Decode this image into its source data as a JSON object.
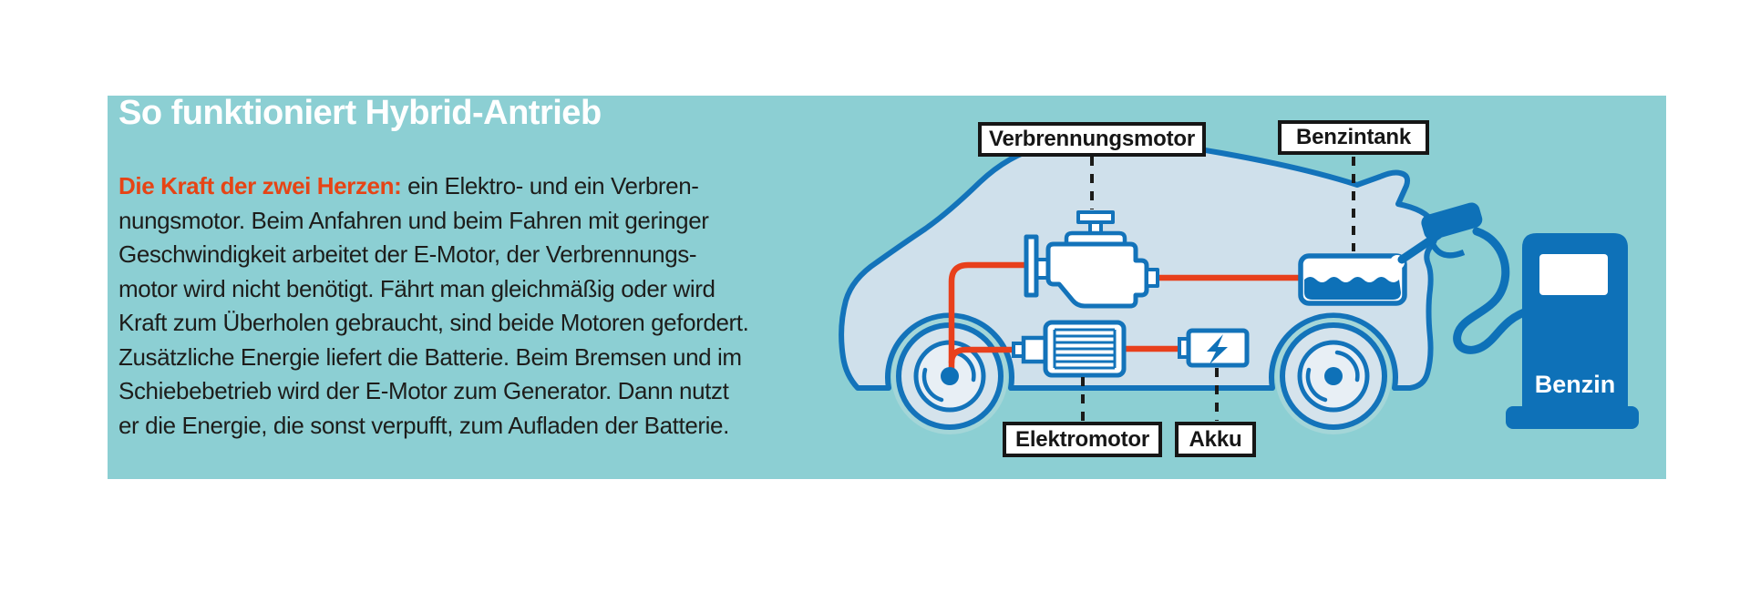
{
  "header": {
    "title": "So funktioniert Hybrid-Antrieb"
  },
  "intro": {
    "lead": "Die Kraft der zwei Herzen:",
    "line1_rest": " ein Elektro- und ein Verbren-",
    "lines": [
      "nungsmotor. Beim Anfahren und beim Fahren mit geringer",
      "Geschwindigkeit arbeitet der E-Motor, der Verbrennungs-",
      "motor wird nicht benötigt. Fährt man gleichmäßig oder wird",
      "Kraft zum Überholen gebraucht, sind beide Motoren gefordert.",
      "Zusätzliche Energie liefert die Batterie. Beim Bremsen und im",
      "Schiebebetrieb wird der E-Motor zum Generator. Dann nutzt",
      "er die Energie, die sonst verpufft, zum Aufladen der Batterie."
    ]
  },
  "diagram": {
    "labels": {
      "combustion_engine": "Verbrennungsmotor",
      "fuel_tank": "Benzintank",
      "electric_motor": "Elektromotor",
      "battery": "Akku",
      "fuel_pump": "Benzin"
    },
    "icons": [
      "car-icon",
      "wheel-icon",
      "combustion-engine-icon",
      "electric-motor-icon",
      "battery-icon",
      "fuel-tank-icon",
      "fuel-nozzle-icon",
      "fuel-hose-icon",
      "fuel-pump-icon",
      "lightning-bolt-icon"
    ]
  },
  "colors": {
    "panel_bg": "#8ccfd3",
    "title_text": "#ffffff",
    "lead_accent": "#e64415",
    "body_text": "#1d1d1b",
    "outline_blue": "#1373ba",
    "solid_blue": "#0e71b8",
    "car_fill": "#cfe0eb",
    "wheel_arch_ring": "#a4d6d8",
    "power_line_red": "#e8401c",
    "label_border": "#161616"
  }
}
